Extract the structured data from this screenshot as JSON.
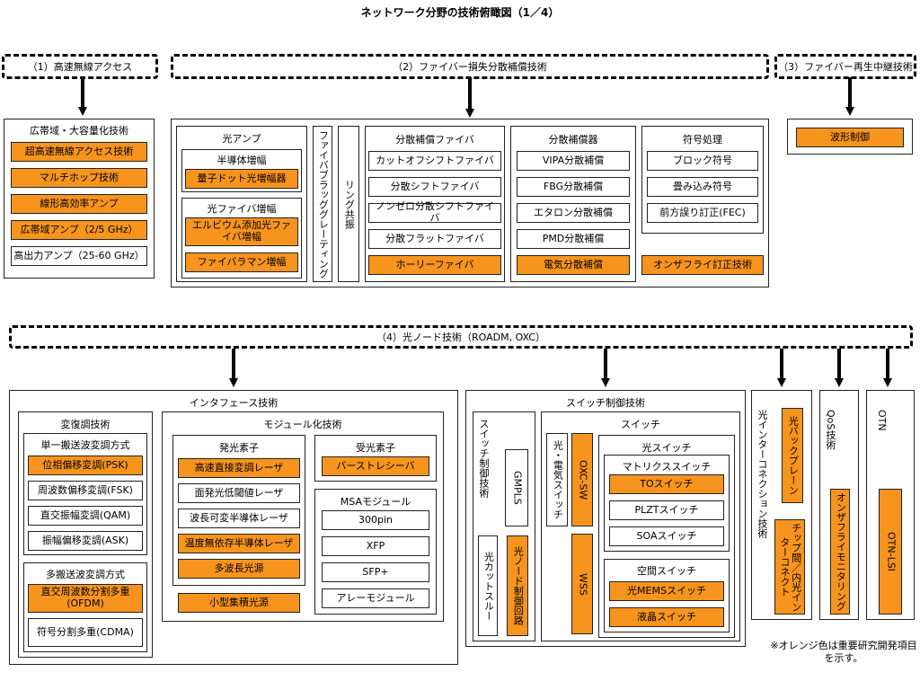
{
  "title": "ネットワーク分野の技術俯瞰図（1／4）",
  "colors": {
    "highlight": "#f7941d",
    "border": "#222222"
  },
  "top": {
    "h1": "（1）高速無線アクセス",
    "h2": "（2）ファイバー損失分散補償技術",
    "h3": "（3）ファイバー再生中継技術"
  },
  "g1": {
    "title": "広帯域・大容量化技術",
    "items": [
      "超高速無線アクセス技術",
      "マルチホップ技術",
      "線形高効率アンプ",
      "広帯域アンプ（2/5 GHz）",
      "高出力アンプ（25-60 GHz）"
    ]
  },
  "g2": {
    "amp_title": "光アンプ",
    "semi_title": "半導体増幅",
    "semi_item": "量子ドット光増幅器",
    "fiber_title": "光ファイバ増幅",
    "fiber_item1": "エルビウム添加光ファイバ増幅",
    "fiber_item2": "ファイバラマン増幅",
    "fbg": "ファイバブラッググレーティング",
    "ring": "リング共振",
    "disp_fiber_title": "分散補償ファイバ",
    "disp_fiber": [
      "カットオフシフトファイバ",
      "分散シフトファイバ",
      "ノンゼロ分散シフトファイバ",
      "分散フラットファイバ",
      "ホーリーファイバ"
    ],
    "comp_title": "分散補償器",
    "comp": [
      "VIPA分散補償",
      "FBG分散補償",
      "エタロン分散補償",
      "PMD分散補償",
      "電気分散補償"
    ],
    "code_title": "符号処理",
    "code": [
      "ブロック符号",
      "畳み込み符号",
      "前方誤り訂正(FEC)",
      "オンザフライ訂正技術"
    ]
  },
  "g3": {
    "item": "波形制御"
  },
  "node": {
    "header": "（4）光ノード技術（ROADM, OXC）",
    "interface_title": "インタフェース技術",
    "mod_title": "変復調技術",
    "single_title": "単一搬送波変調方式",
    "single": [
      "位相偏移変調(PSK)",
      "周波数偏移変調(FSK)",
      "直交振幅変調(QAM)",
      "振幅偏移変調(ASK)"
    ],
    "multi_title": "多搬送波変調方式",
    "multi": [
      "直交周波数分割多重(OFDM)",
      "符号分割多重(CDMA)"
    ],
    "module_title": "モジュール化技術",
    "emit_title": "発光素子",
    "emit": [
      "高速直接変調レーザ",
      "面発光低閾値レーザ",
      "波長可変半導体レーザ",
      "温度無依存半導体レーザ",
      "多波長光源"
    ],
    "integrated": "小型集積光源",
    "recv_title": "受光素子",
    "recv": "バーストレシーバ",
    "msa_title": "MSAモジュール",
    "msa": [
      "300pin",
      "XFP",
      "SFP+",
      "アレーモジュール"
    ],
    "switch_ctrl_title": "スイッチ制御技術",
    "sw_ctrl_vert": "スイッチ制御技術",
    "gmpls": "GMPLS",
    "cut_through": "光カットスルー",
    "node_ctrl": "光ノード制御回路",
    "switch_title": "スイッチ",
    "oe_switch": "光・電気スイッチ",
    "oxc_sw": "OXC-SW",
    "wss": "WSS",
    "opt_switch_title": "光スイッチ",
    "matrix_title": "マトリクススイッチ",
    "matrix": [
      "TOスイッチ",
      "PLZTスイッチ",
      "SOAスイッチ"
    ],
    "space_title": "空間スイッチ",
    "space": [
      "光MEMSスイッチ",
      "液晶スイッチ"
    ],
    "interconnect_title": "光インターコネクション技術",
    "backplane": "光バックプレーン",
    "chip": "チップ間／内光インターコネクト",
    "qos_title": "QoS技術",
    "qos_item": "オンザフライモニタリング",
    "otn_title": "OTN",
    "otn_item": "OTN-LSI"
  },
  "note": "※オレンジ色は重要研究開発項目を示す。"
}
